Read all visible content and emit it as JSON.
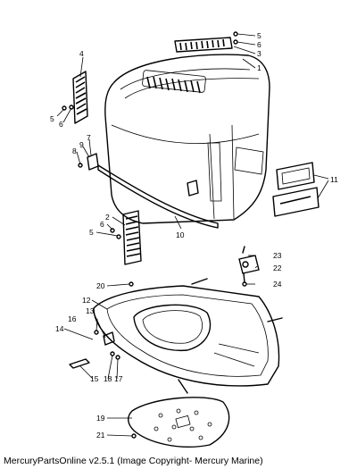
{
  "caption": "MercuryPartsOnline v2.5.1 (Image Copyright- Mercury Marine)",
  "callouts": [
    "1",
    "2",
    "3",
    "4",
    "5",
    "6",
    "7",
    "8",
    "9",
    "10",
    "11",
    "12",
    "13",
    "14",
    "15",
    "16",
    "17",
    "18",
    "19",
    "20",
    "21",
    "22",
    "23",
    "24"
  ],
  "colors": {
    "line": "#000000",
    "background": "#ffffff"
  }
}
